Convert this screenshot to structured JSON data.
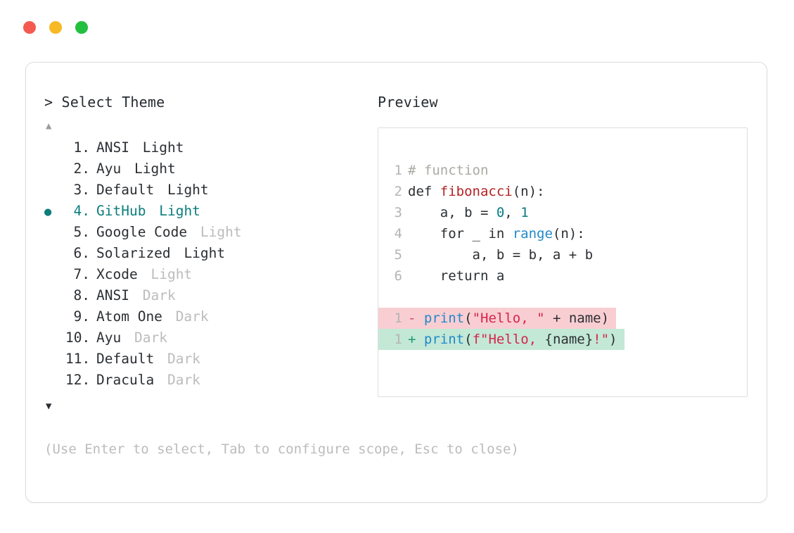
{
  "window": {
    "dots": [
      {
        "name": "close-dot",
        "color": "#f55a50"
      },
      {
        "name": "minimize-dot",
        "color": "#f7b924"
      },
      {
        "name": "maximize-dot",
        "color": "#23bf3f"
      }
    ]
  },
  "left": {
    "title": "> Select Theme",
    "scroll_up_icon": "▲",
    "scroll_down_icon": "▼",
    "selected_bullet": "●",
    "selected_index": 4,
    "accent_color": "#0d7d7d",
    "items": [
      {
        "number": "1.",
        "name": "ANSI",
        "suffix": "Light",
        "suffix_muted": false,
        "selected": false
      },
      {
        "number": "2.",
        "name": "Ayu",
        "suffix": "Light",
        "suffix_muted": false,
        "selected": false
      },
      {
        "number": "3.",
        "name": "Default",
        "suffix": "Light",
        "suffix_muted": false,
        "selected": false
      },
      {
        "number": "4.",
        "name": "GitHub",
        "suffix": "Light",
        "suffix_muted": false,
        "selected": true
      },
      {
        "number": "5.",
        "name": "Google Code",
        "suffix": "Light",
        "suffix_muted": true,
        "selected": false
      },
      {
        "number": "6.",
        "name": "Solarized",
        "suffix": "Light",
        "suffix_muted": false,
        "selected": false
      },
      {
        "number": "7.",
        "name": "Xcode",
        "suffix": "Light",
        "suffix_muted": true,
        "selected": false
      },
      {
        "number": "8.",
        "name": "ANSI",
        "suffix": "Dark",
        "suffix_muted": true,
        "selected": false
      },
      {
        "number": "9.",
        "name": "Atom One",
        "suffix": "Dark",
        "suffix_muted": true,
        "selected": false
      },
      {
        "number": "10.",
        "name": "Ayu",
        "suffix": "Dark",
        "suffix_muted": true,
        "selected": false
      },
      {
        "number": "11.",
        "name": "Default",
        "suffix": "Dark",
        "suffix_muted": true,
        "selected": false
      },
      {
        "number": "12.",
        "name": "Dracula",
        "suffix": "Dark",
        "suffix_muted": true,
        "selected": false
      }
    ]
  },
  "right": {
    "title": "Preview",
    "code_lines": [
      {
        "ln": "1",
        "tokens": [
          {
            "t": "# function",
            "c": "tok-comment"
          }
        ]
      },
      {
        "ln": "2",
        "tokens": [
          {
            "t": "def ",
            "c": "tok-plain"
          },
          {
            "t": "fibonacci",
            "c": "tok-func"
          },
          {
            "t": "(n):",
            "c": "tok-plain"
          }
        ]
      },
      {
        "ln": "3",
        "tokens": [
          {
            "t": "    a, b = ",
            "c": "tok-plain"
          },
          {
            "t": "0",
            "c": "tok-num"
          },
          {
            "t": ", ",
            "c": "tok-plain"
          },
          {
            "t": "1",
            "c": "tok-num"
          }
        ]
      },
      {
        "ln": "4",
        "tokens": [
          {
            "t": "    for _ in ",
            "c": "tok-plain"
          },
          {
            "t": "range",
            "c": "tok-builtin"
          },
          {
            "t": "(n):",
            "c": "tok-plain"
          }
        ]
      },
      {
        "ln": "5",
        "tokens": [
          {
            "t": "        a, b = b, a + b",
            "c": "tok-plain"
          }
        ]
      },
      {
        "ln": "6",
        "tokens": [
          {
            "t": "    return a",
            "c": "tok-plain"
          }
        ]
      }
    ],
    "diff_lines": [
      {
        "ln": "1",
        "sign": "-",
        "kind": "del",
        "tokens": [
          {
            "t": "print",
            "c": "tok-builtin"
          },
          {
            "t": "(",
            "c": "tok-plain"
          },
          {
            "t": "\"Hello, \"",
            "c": "tok-string"
          },
          {
            "t": " + name)",
            "c": "tok-plain"
          }
        ]
      },
      {
        "ln": "1",
        "sign": "+",
        "kind": "add",
        "tokens": [
          {
            "t": "print",
            "c": "tok-builtin"
          },
          {
            "t": "(",
            "c": "tok-plain"
          },
          {
            "t": "f\"Hello, ",
            "c": "tok-string"
          },
          {
            "t": "{name}",
            "c": "tok-plain"
          },
          {
            "t": "!\"",
            "c": "tok-string"
          },
          {
            "t": ")",
            "c": "tok-plain"
          }
        ]
      }
    ]
  },
  "footer": {
    "hint": "(Use Enter to select, Tab to configure scope, Esc to close)"
  }
}
